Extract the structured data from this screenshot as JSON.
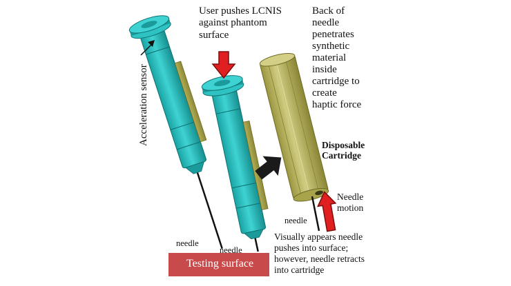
{
  "labels": {
    "user_pushes": [
      "User pushes LCNIS",
      "against phantom",
      "surface"
    ],
    "back_of_needle": [
      "Back of",
      "needle",
      "penetrates",
      "synthetic",
      "material",
      "inside",
      "cartridge to",
      "create",
      "haptic force"
    ],
    "acceleration_sensor": "Acceleration sensor",
    "disposable_cartridge": [
      "Disposable",
      "Cartridge"
    ],
    "needle_motion": [
      "Needle",
      "motion"
    ],
    "needle_left": "needle",
    "needle_middle": "needle",
    "needle_right": "needle",
    "visually_appears": [
      "Visually appears needle",
      "pushes into surface;",
      "however, needle retracts",
      "into cartridge"
    ],
    "testing_surface": "Testing surface"
  },
  "colors": {
    "device_body": "#2fc2c2",
    "device_dark": "#1a9a9a",
    "device_edge": "#0d6f6f",
    "cartridge": "#b8b45a",
    "cartridge_dark": "#8c8836",
    "cartridge_light": "#d3cf86",
    "red_arrow": "#e02020",
    "black_arrow": "#1a1a1a",
    "testing_surface": "#c84a4a"
  }
}
